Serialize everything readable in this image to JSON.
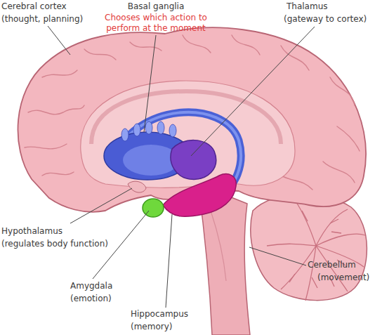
{
  "diagram": {
    "labels": [
      "Cerebral cortex",
      "(thought, planning)",
      "Basal ganglia",
      "Chooses which action to perform at the moment",
      "Thalamus",
      "(gateway to cortex)",
      "Hypothalamus",
      "(regulates body function)",
      "Amygdala",
      "(emotion)",
      "Hippocampus",
      "(memory)",
      "Cerebellum",
      "(movement)"
    ]
  }
}
